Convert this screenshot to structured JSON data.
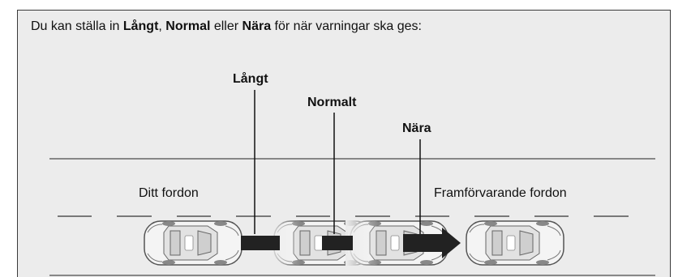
{
  "intro": {
    "prefix": "Du kan ställa in ",
    "opt1": "Långt",
    "sep1": ", ",
    "opt2": "Normal",
    "sep2": " eller ",
    "opt3": "Nära",
    "suffix": " för när varningar ska ges:"
  },
  "markers": {
    "far": "Långt",
    "normal": "Normalt",
    "near": "Nära"
  },
  "labels": {
    "your_vehicle": "Ditt fordon",
    "vehicle_ahead": "Framförvarande fordon"
  },
  "colors": {
    "panel_bg": "#ececec",
    "arrow": "#222222"
  }
}
